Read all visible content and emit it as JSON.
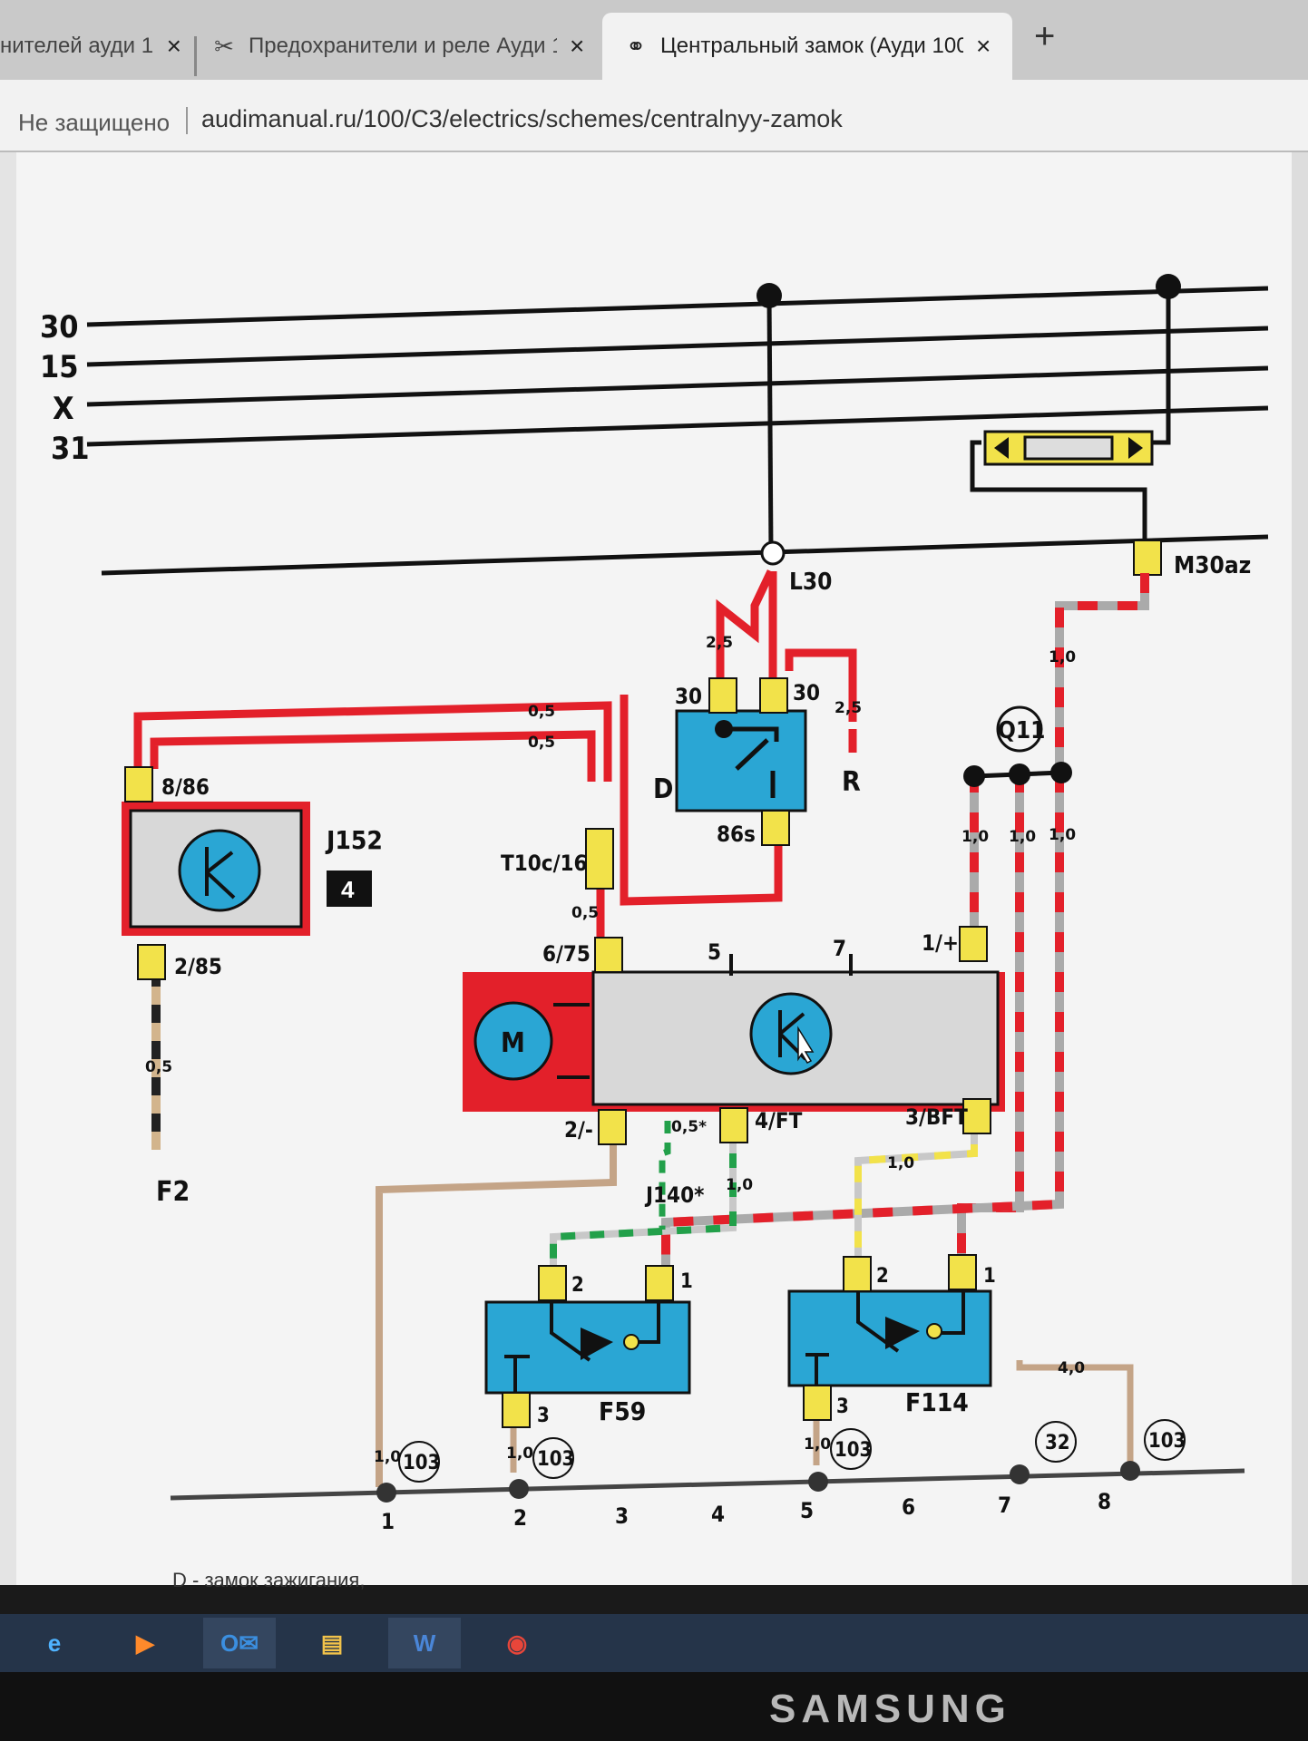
{
  "browser": {
    "tabs": [
      {
        "title": "нителей ауди 1("
      },
      {
        "title": "Предохранители и реле Ауди 1("
      },
      {
        "title": "Центральный замок (Ауди 100 ("
      }
    ],
    "new_tab": "+",
    "close": "×",
    "security": "Не защищено",
    "url": "audimanual.ru/100/C3/electrics/schemes/centralnyy-zamok"
  },
  "diagram": {
    "rails": [
      "30",
      "15",
      "X",
      "31"
    ],
    "components": {
      "fuse_box": "M30az",
      "rail_junction": "L30",
      "ignition": {
        "name": "D",
        "pin_30a": "30",
        "pin_30b": "30",
        "pin_86s": "86s",
        "r": "R"
      },
      "relay_j152": {
        "name": "J152",
        "badge": "4",
        "pin_top": "8/86",
        "pin_bottom": "2/85"
      },
      "fuse_f2": "F2",
      "connector": "T10c/16",
      "pump": {
        "motor": "M",
        "pin_6_75": "6/75",
        "pin_5": "5",
        "pin_7": "7",
        "pin_1": "1/+",
        "pin_2": "2/-",
        "pin_4": "4/FT",
        "pin_3": "3/BFT"
      },
      "j140": "J140*",
      "q11": "Q11",
      "f59": {
        "name": "F59",
        "p2": "2",
        "p1": "1",
        "p3": "3"
      },
      "f114": {
        "name": "F114",
        "p2": "2",
        "p1": "1",
        "p3": "3"
      }
    },
    "wire_sizes": {
      "w25a": "2,5",
      "w25b": "2,5",
      "w05a": "0,5",
      "w05b": "0,5",
      "w05c": "0,5",
      "w05d": "0,5",
      "w05e": "0,5*",
      "w10a": "1,0",
      "w10b": "1,0",
      "w10c": "1,0",
      "w10d": "1,0",
      "w10e": "1,0",
      "w10f": "1,0",
      "w10g": "1,0",
      "w10h": "1,0",
      "w10i": "1,0",
      "w40": "4,0"
    },
    "grounds": [
      "103",
      "103",
      "103",
      "32",
      "103"
    ],
    "bottom_numbers": [
      "1",
      "2",
      "3",
      "4",
      "5",
      "6",
      "7",
      "8"
    ]
  },
  "caption": "D - замок зажигания,",
  "taskbar": {
    "apps": [
      "ie-icon",
      "media-player-icon",
      "outlook-icon",
      "files-icon",
      "word-icon",
      "chrome-icon"
    ]
  },
  "monitor_brand": "SAMSUNG"
}
